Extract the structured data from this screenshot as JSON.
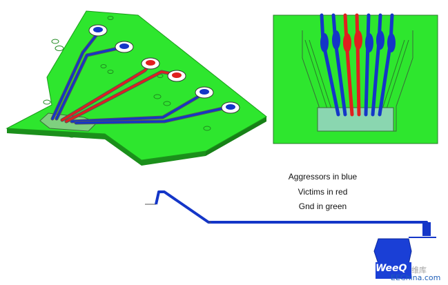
{
  "legend": {
    "aggressors": "Aggressors in blue",
    "victims": "Victims in red",
    "ground": "Gnd in green"
  },
  "colors": {
    "board": "#2ee62e",
    "board_edge": "#1a9a1a",
    "aggressor": "#1436c8",
    "victim": "#e01f1f",
    "ground": "#2ee62e",
    "trace_outline": "#555555"
  },
  "watermark": {
    "brand": "WeeQ",
    "cn": "维库",
    "site": "EEChina.com"
  }
}
